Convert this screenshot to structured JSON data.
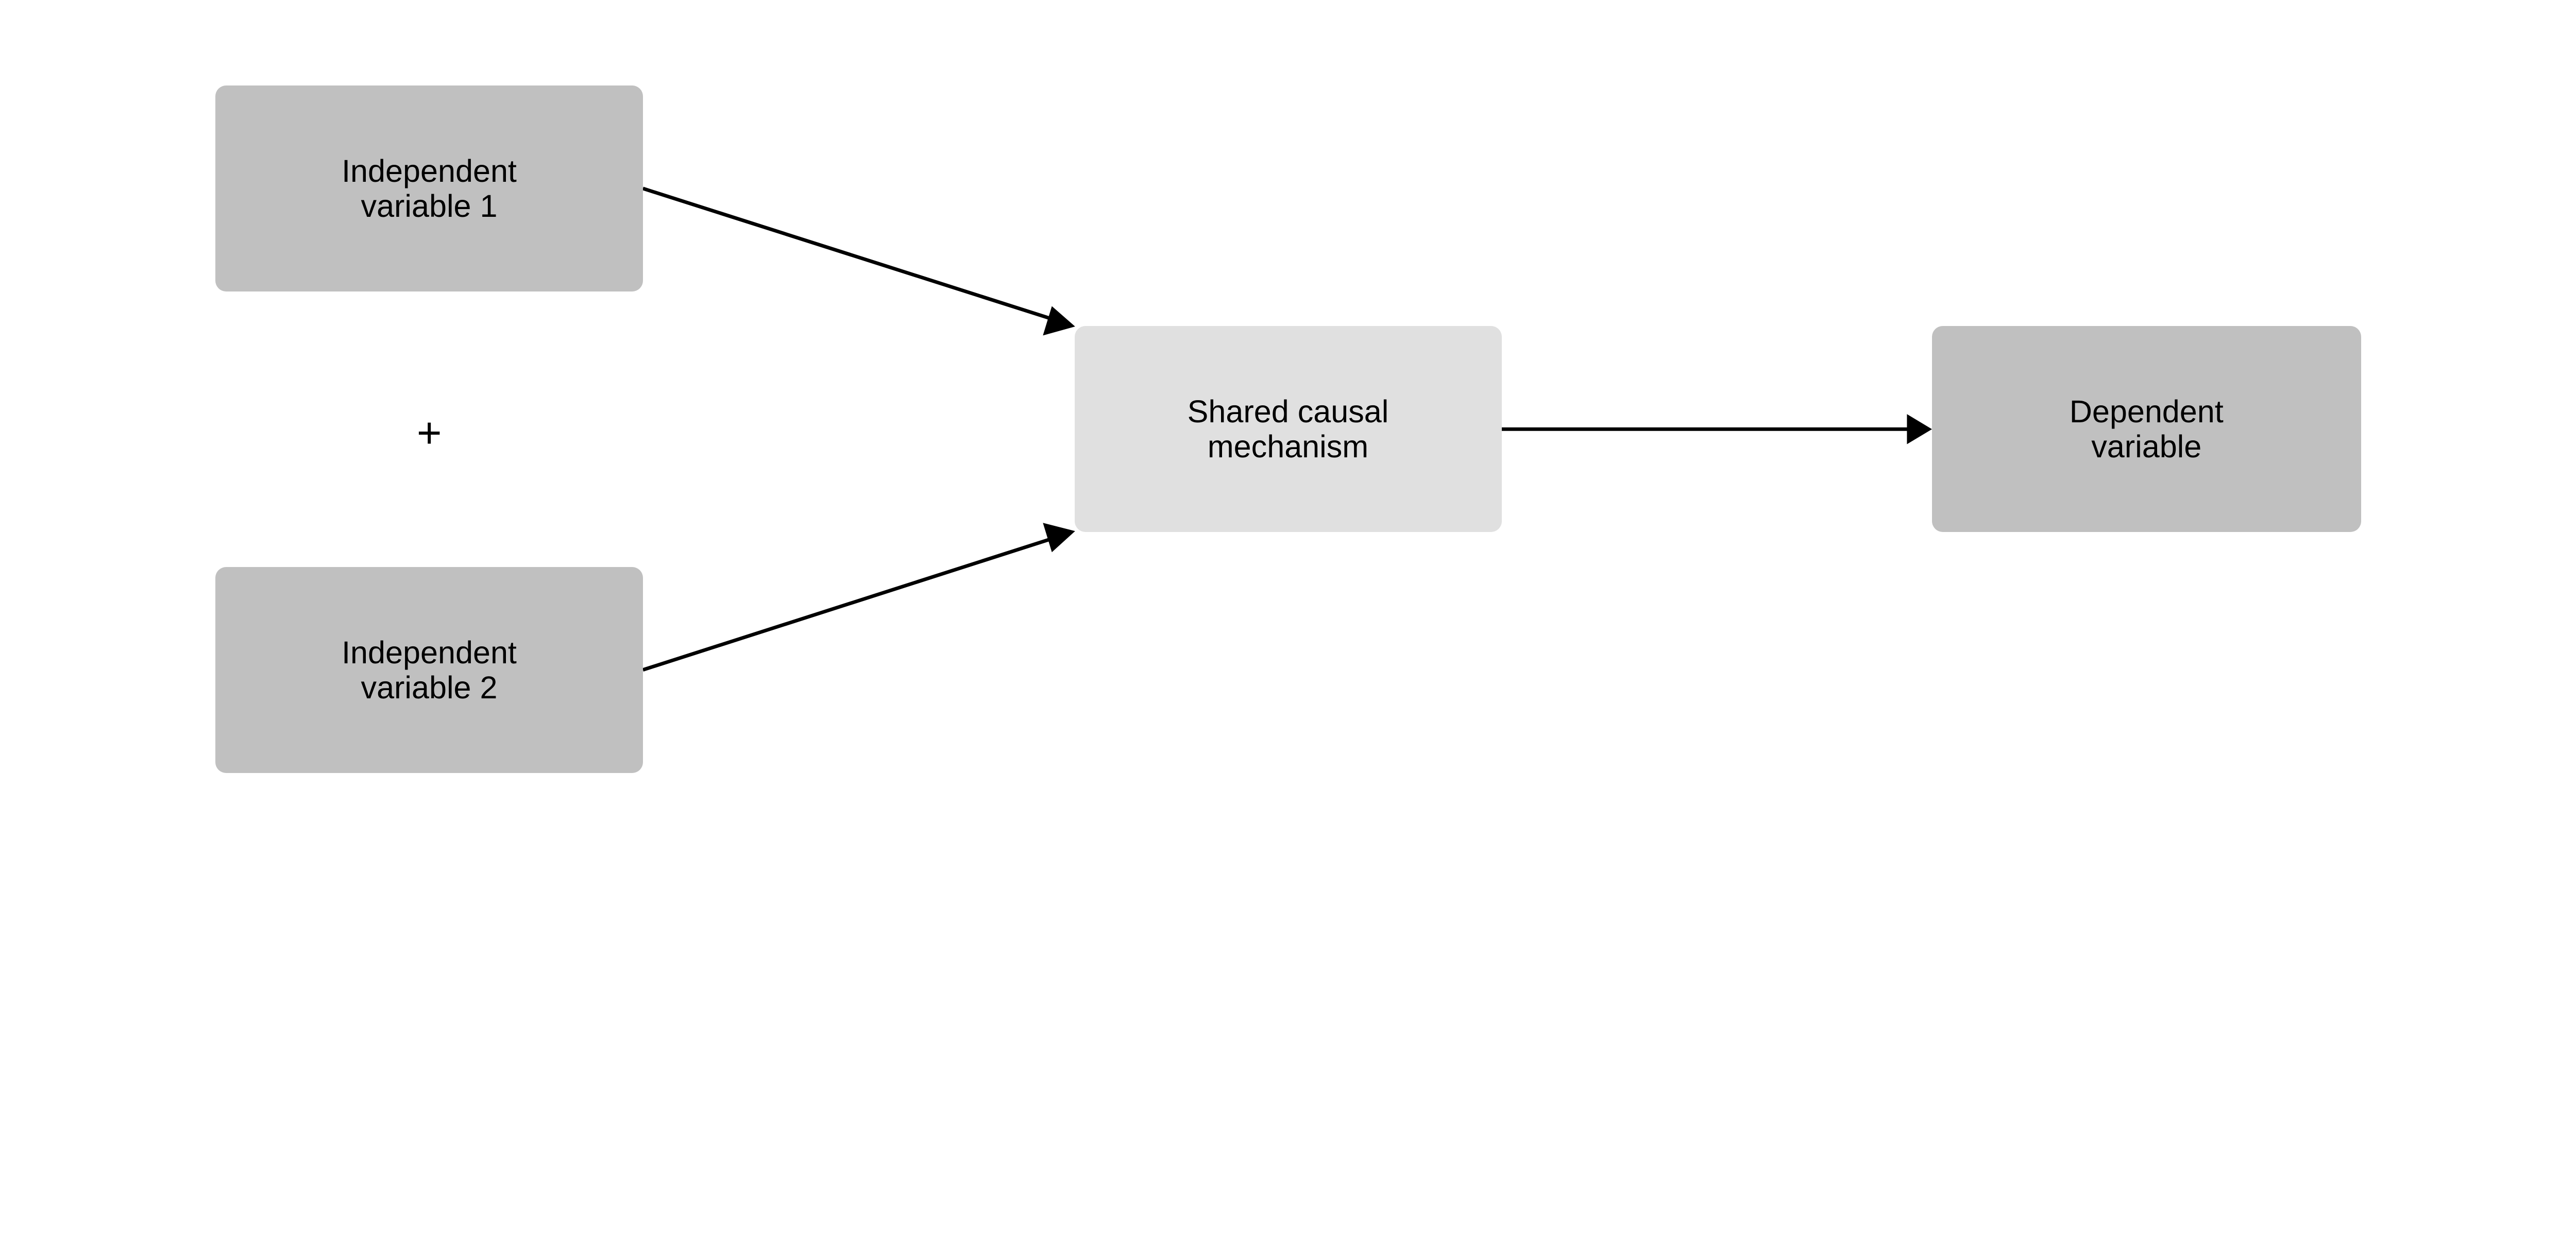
{
  "nodes": {
    "iv1": {
      "label": "Independent\nvariable 1",
      "color": "#c0c0c0"
    },
    "iv2": {
      "label": "Independent\nvariable 2",
      "color": "#c0c0c0"
    },
    "mechanism": {
      "label": "Shared causal\nmechanism",
      "color": "#e0e0e0"
    },
    "dv": {
      "label": "Dependent\nvariable",
      "color": "#c0c0c0"
    }
  },
  "operator": "+",
  "edges": [
    {
      "from": "iv1",
      "to": "mechanism"
    },
    {
      "from": "iv2",
      "to": "mechanism"
    },
    {
      "from": "mechanism",
      "to": "dv"
    }
  ]
}
